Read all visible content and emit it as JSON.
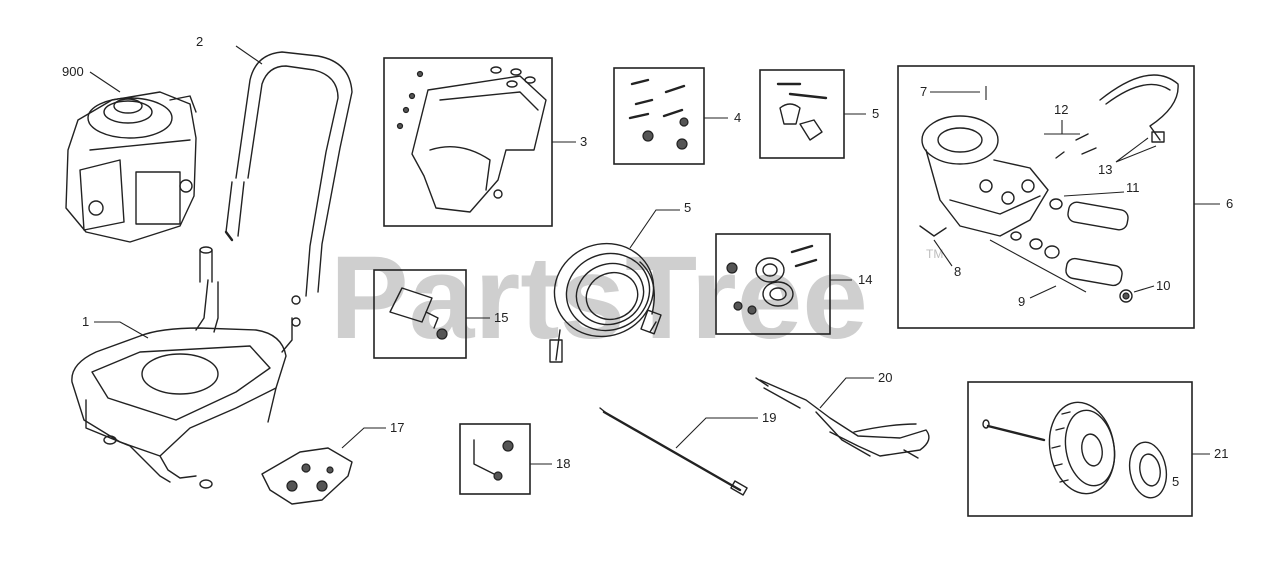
{
  "watermark": {
    "text": "PartsTree",
    "trademark": "TM"
  },
  "callouts": {
    "engine": "900",
    "handle": "2",
    "bracket_kit": "3",
    "hardware_kit": "4",
    "bolt_kit": "5",
    "pump": "6",
    "pump_item_7": "7",
    "pump_item_12": "12",
    "pump_item_13": "13",
    "pump_item_11": "11",
    "pump_item_8": "8",
    "pump_item_9": "9",
    "pump_item_10": "10",
    "hose": "5",
    "bearing_kit": "14",
    "clip_kit": "15",
    "frame": "1",
    "bracket_plate": "17",
    "fitting_kit": "18",
    "wand": "19",
    "gun": "20",
    "wheel_kit": "21",
    "wheel_cap_label": "5"
  }
}
